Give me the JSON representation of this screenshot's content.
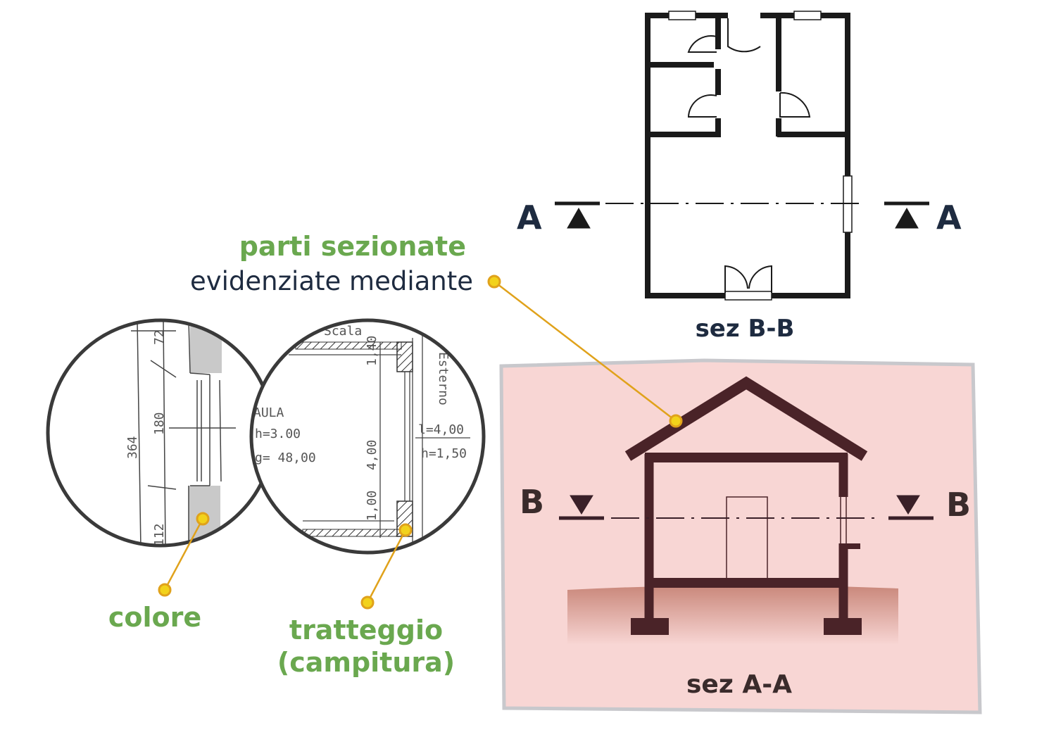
{
  "labels": {
    "parti": "parti sezionate",
    "evidenziate": "evidenziate mediante",
    "colore": "colore",
    "tratteggio_1": "tratteggio",
    "tratteggio_2": "(campitura)",
    "sez_bb": "sez B-B",
    "sez_aa": "sez A-A"
  },
  "cut_markers": {
    "a_left": "A",
    "a_right": "A",
    "b_left": "B",
    "b_right": "B"
  },
  "sketch_left": {
    "dim_top": "72",
    "dim_mid": "180",
    "dim_total": "364",
    "dim_bottom": "112"
  },
  "sketch_right": {
    "room_name": "AULA",
    "room_h": "h=3.00",
    "room_area": "g= 48,00",
    "window_l": "l=4,00",
    "window_h": "h=1,50",
    "dim_vertical": "4,00",
    "dim_small_top": "1,40",
    "dim_small_bottom": "1,00",
    "label_top": "Scala",
    "label_outside": "Esterno"
  },
  "colors": {
    "label_green": "#6aa84f",
    "text_navy": "#1e2b40",
    "section_bg": "#f8d6d4",
    "section_frame": "#c8c8cc",
    "house_brown": "#4a2328",
    "ground": "#c9877a",
    "callout_yellow": "#f2d21b",
    "callout_line": "#e0a21b",
    "circle_stroke": "#3a3a3a",
    "wall_grey": "#c9c9c9"
  }
}
